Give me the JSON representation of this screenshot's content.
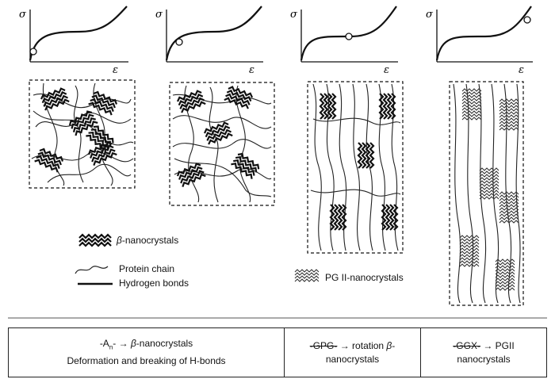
{
  "stress_curves": {
    "y_label": "σ",
    "x_label": "ε"
  },
  "legend": {
    "beta_prefix": "β",
    "beta_suffix": "-nanocrystals",
    "protein_chain": "Protein chain",
    "hydrogen_bonds": "Hydrogen bonds",
    "pgii": "PG II-nanocrystals"
  },
  "table": {
    "cell1_a_pre": "-A",
    "cell1_a_sub": "n",
    "cell1_a_post": "- → ",
    "cell1_beta": "β",
    "cell1_a_tail": "-nanocrystals",
    "cell1_b": "Deformation and breaking of H-bonds",
    "cell2_strike": "-GPG-",
    "cell2_arrow": " → rotation ",
    "cell2_beta": "β",
    "cell2_dash": "-",
    "cell2_line2": "nanocrystals",
    "cell3_strike": "-GGX-",
    "cell3_arrow": " → PGII",
    "cell3_line2": "nanocrystals"
  }
}
